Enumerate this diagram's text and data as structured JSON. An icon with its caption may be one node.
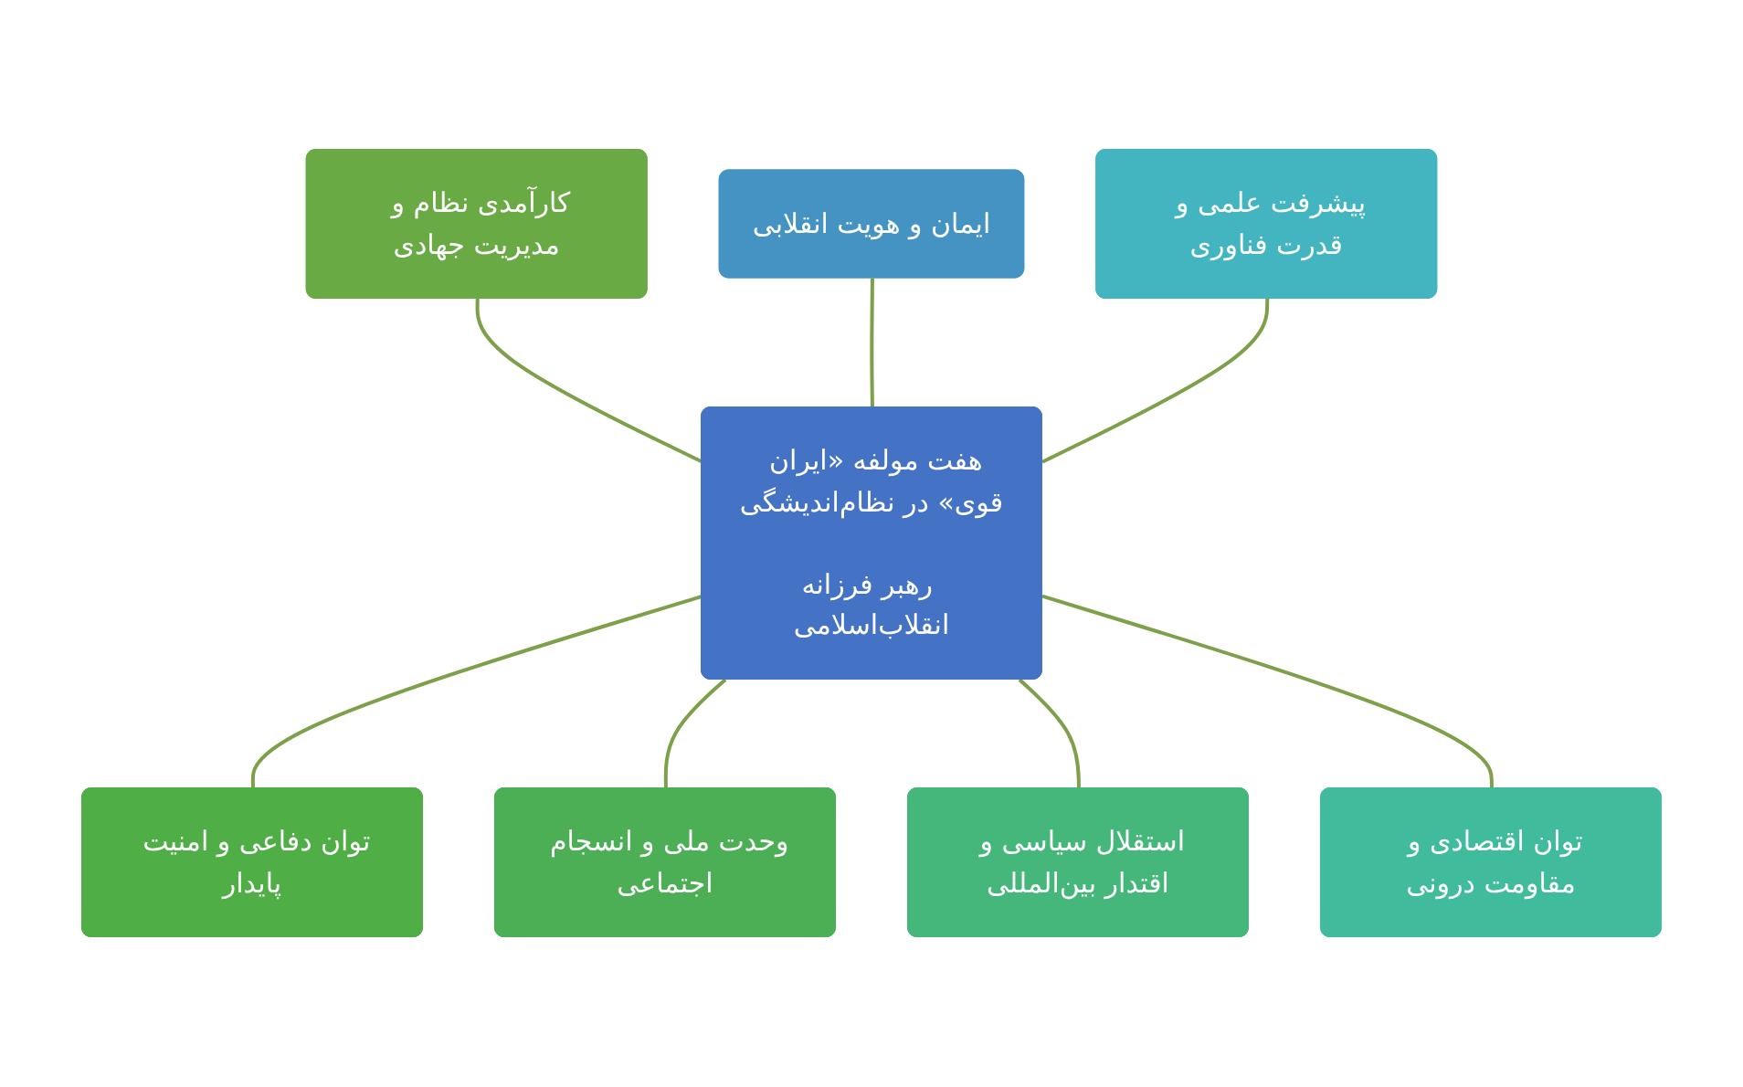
{
  "diagram": {
    "nodes": [
      {
        "text": [
          "هفت مولفه «ایران قوی» در نظام‌اندیشگی",
          "رهبر فرزانه انقلاب‌اسلامی"
        ]
      },
      {
        "text": [
          "ایمان و هویت انقلابی"
        ]
      },
      {
        "text": [
          "پیشرفت علمی و قدرت فناوری"
        ]
      },
      {
        "text": [
          "توان اقتصادی و مقاومت درونی"
        ]
      },
      {
        "text": [
          "استقلال سیاسی و اقتدار بین‌المللی"
        ]
      },
      {
        "text": [
          "وحدت ملی و انسجام اجتماعی"
        ]
      },
      {
        "text": [
          "توان دفاعی و امنیت پایدار"
        ]
      },
      {
        "text": [
          "کارآمدی نظام و مدیریت جهادی"
        ]
      }
    ],
    "edges": [
      {
        "from": 7,
        "to": 0,
        "arrow": "none"
      },
      {
        "from": 1,
        "to": 0,
        "arrow": "none"
      },
      {
        "from": 2,
        "to": 0,
        "arrow": "none"
      },
      {
        "from": 0,
        "to": 6,
        "arrow": "none"
      },
      {
        "from": 0,
        "to": 5,
        "arrow": "none"
      },
      {
        "from": 0,
        "to": 4,
        "arrow": "none"
      },
      {
        "from": 0,
        "to": 3,
        "arrow": "none"
      }
    ]
  }
}
